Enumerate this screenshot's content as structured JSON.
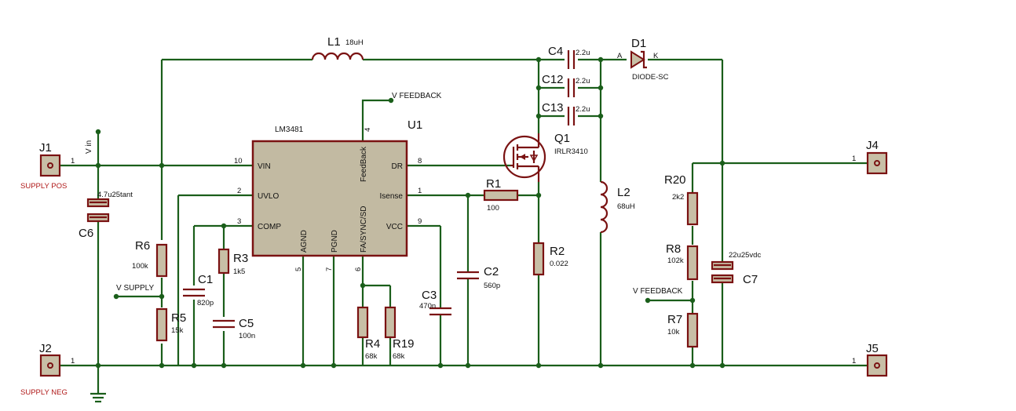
{
  "connectors": {
    "j1": {
      "ref": "J1",
      "pin": "1",
      "label": "SUPPLY POS"
    },
    "j2": {
      "ref": "J2",
      "pin": "1",
      "label": "SUPPLY NEG"
    },
    "j4": {
      "ref": "J4",
      "pin": "1"
    },
    "j5": {
      "ref": "J5",
      "pin": "1"
    }
  },
  "net_labels": {
    "vin": "V in",
    "vsupply": "V SUPPLY",
    "vfeedback_top": "V FEEDBACK",
    "vfeedback_right": "V FEEDBACK"
  },
  "ic": {
    "ref": "U1",
    "part": "LM3481",
    "pins": {
      "vin": {
        "name": "VIN",
        "num": "10"
      },
      "uvlo": {
        "name": "UVLO",
        "num": "2"
      },
      "comp": {
        "name": "COMP",
        "num": "3"
      },
      "agnd": {
        "name": "AGND",
        "num": "5"
      },
      "pgnd": {
        "name": "PGND",
        "num": "7"
      },
      "fa": {
        "name": "FA/SYNC/SD",
        "num": "6"
      },
      "feedback": {
        "name": "FeedBack",
        "num": "4"
      },
      "dr": {
        "name": "DR",
        "num": "8"
      },
      "isense": {
        "name": "Isense",
        "num": "1"
      },
      "vcc": {
        "name": "VCC",
        "num": "9"
      }
    }
  },
  "parts": {
    "l1": {
      "ref": "L1",
      "value": "18uH"
    },
    "l2": {
      "ref": "L2",
      "value": "68uH"
    },
    "c1": {
      "ref": "C1",
      "value": "820p"
    },
    "c2": {
      "ref": "C2",
      "value": "560p"
    },
    "c3": {
      "ref": "C3",
      "value": "470n"
    },
    "c4": {
      "ref": "C4",
      "value": "2.2u"
    },
    "c5": {
      "ref": "C5",
      "value": "100n"
    },
    "c6": {
      "ref": "C6",
      "value": "4.7u25tant"
    },
    "c7": {
      "ref": "C7",
      "value": "22u25vdc"
    },
    "c12": {
      "ref": "C12",
      "value": "2.2u"
    },
    "c13": {
      "ref": "C13",
      "value": "2.2u"
    },
    "r1": {
      "ref": "R1",
      "value": "100"
    },
    "r2": {
      "ref": "R2",
      "value": "0.022"
    },
    "r3": {
      "ref": "R3",
      "value": "1k5"
    },
    "r4": {
      "ref": "R4",
      "value": "68k"
    },
    "r5": {
      "ref": "R5",
      "value": "15k"
    },
    "r6": {
      "ref": "R6",
      "value": "100k"
    },
    "r7": {
      "ref": "R7",
      "value": "10k"
    },
    "r8": {
      "ref": "R8",
      "value": "102k"
    },
    "r19": {
      "ref": "R19",
      "value": "68k"
    },
    "r20": {
      "ref": "R20",
      "value": "2k2"
    },
    "q1": {
      "ref": "Q1",
      "value": "IRLR3410"
    },
    "d1": {
      "ref": "D1",
      "value": "DIODE-SC",
      "anode": "A",
      "cathode": "K"
    }
  },
  "colors": {
    "wire": "#1a5e1a",
    "component": "#7a1212",
    "ic_body": "#c2baa2",
    "connector_label": "#b01a1a"
  }
}
